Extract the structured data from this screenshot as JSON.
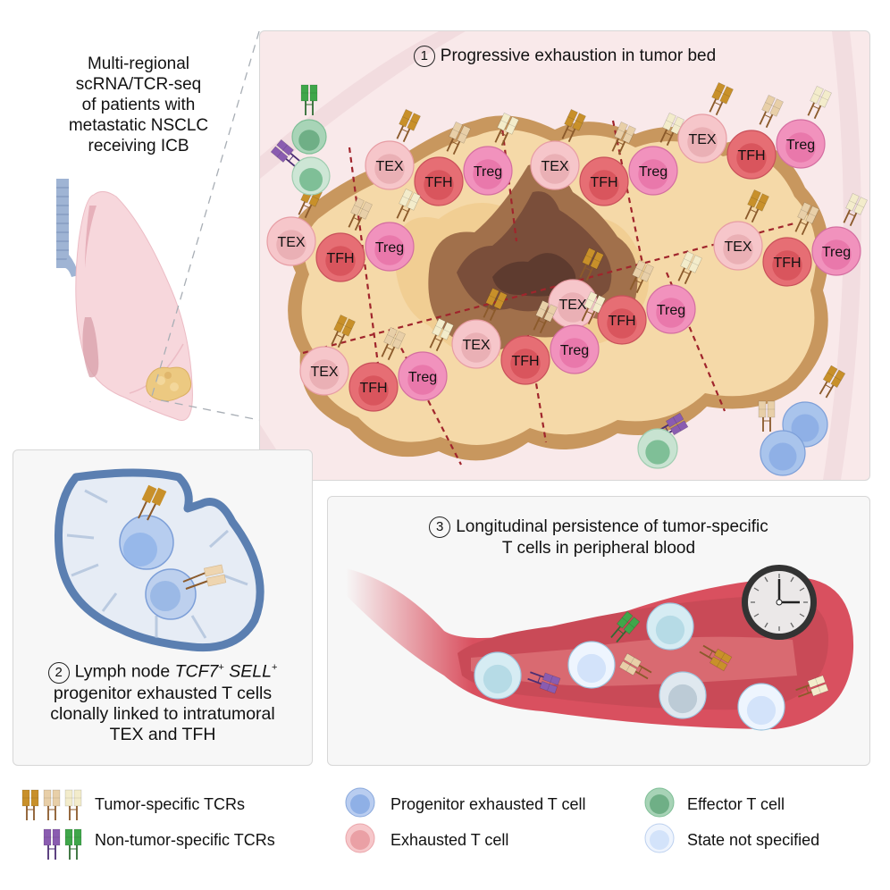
{
  "intro": {
    "lines": [
      "Multi-regional",
      "scRNA/TCR-seq",
      "of patients with",
      "metastatic NSCLC",
      "receiving ICB"
    ]
  },
  "panel1": {
    "number": "1",
    "title": "Progressive exhaustion in tumor bed",
    "cell_labels": {
      "tex": "TEX",
      "tfh": "TFH",
      "treg": "Treg"
    }
  },
  "panel2": {
    "number": "2",
    "title_part1": "Lymph node ",
    "gene1": "TCF7",
    "gene1_sup": "+",
    "gene2": "SELL",
    "gene2_sup": "+",
    "line2": "progenitor exhausted T cells",
    "line3": "clonally linked to intratumoral",
    "line4": "TEX and TFH"
  },
  "panel3": {
    "number": "3",
    "line1": "Longitudinal persistence of tumor-specific",
    "line2": "T cells in peripheral blood"
  },
  "legend": {
    "tumor_specific": "Tumor-specific TCRs",
    "non_tumor_specific": "Non-tumor-specific TCRs",
    "progenitor": "Progenitor exhausted T cell",
    "exhausted": "Exhausted T cell",
    "effector": "Effector T cell",
    "unspecified": "State not specified"
  },
  "colors": {
    "tcr_gold": "#c8902a",
    "tcr_tan": "#e8cfa8",
    "tcr_cream": "#f3eccb",
    "tcr_purple": "#8a5cb0",
    "tcr_green": "#3fa64a",
    "progenitor": "#8fb0e6",
    "exhausted": "#f1b9bd",
    "effector": "#7fbf97",
    "unspecified": "#dde9fb",
    "tfh": "#e66e74",
    "treg": "#f192bd",
    "tex": "#f6c6ca"
  }
}
